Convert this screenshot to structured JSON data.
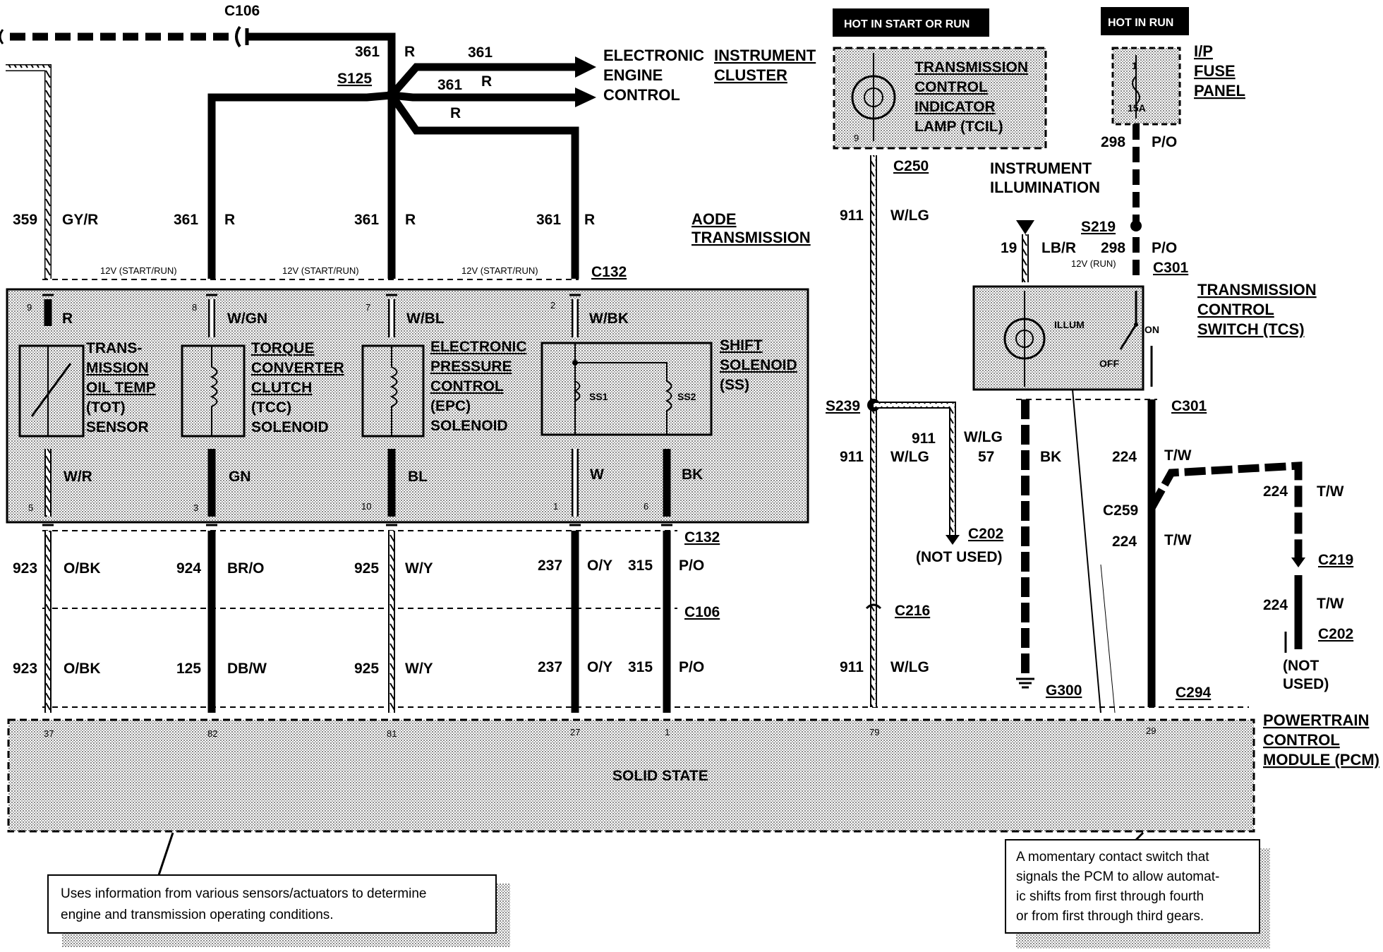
{
  "connectors": {
    "c106_top": "C106",
    "s125": "S125",
    "c132_top": "C132",
    "c132_mid": "C132",
    "c106_mid": "C106",
    "c250": "C250",
    "s239": "S239",
    "c202_a": "C202",
    "c202_b": "C202",
    "c216": "C216",
    "g300": "G300",
    "c301_top": "C301",
    "c301_bot": "C301",
    "s219": "S219",
    "c259": "C259",
    "c219": "C219",
    "c294": "C294"
  },
  "power_labels": {
    "hot_start_run": "HOT IN START OR RUN",
    "hot_run": "HOT IN RUN",
    "v12": "12V (START/RUN)",
    "v12_run": "12V (RUN)"
  },
  "module_titles": {
    "eec": "ELECTRONIC ENGINE CONTROL",
    "eec_lines": [
      "ELECTRONIC",
      "ENGINE",
      "CONTROL"
    ],
    "ic_lines": [
      "INSTRUMENT",
      "CLUSTER"
    ],
    "aode_lines": [
      "AODE",
      "TRANSMISSION"
    ],
    "fuse_lines": [
      "I/P",
      "FUSE",
      "PANEL"
    ],
    "illum_lines": [
      "INSTRUMENT",
      "ILLUMINATION"
    ],
    "tcs_lines": [
      "TRANSMISSION",
      "CONTROL",
      "SWITCH (TCS)"
    ],
    "pcm_lines": [
      "POWERTRAIN",
      "CONTROL",
      "MODULE (PCM)"
    ],
    "not_used": "(NOT USED)",
    "not": "(NOT",
    "used": "USED)"
  },
  "components": {
    "tot": [
      "TRANS-",
      "MISSION",
      "OIL TEMP",
      "(TOT)",
      "SENSOR"
    ],
    "tcc": [
      "TORQUE",
      "CONVERTER",
      "CLUTCH",
      "(TCC)",
      "SOLENOID"
    ],
    "epc": [
      "ELECTRONIC",
      "PRESSURE",
      "CONTROL",
      "(EPC)",
      "SOLENOID"
    ],
    "ss": [
      "SHIFT",
      "SOLENOID",
      "(SS)"
    ],
    "ss1": "SS1",
    "ss2": "SS2",
    "tcil": [
      "TRANSMISSION",
      "CONTROL",
      "INDICATOR",
      "LAMP (TCIL)"
    ],
    "illum": "ILLUM",
    "on": "ON",
    "off": "OFF",
    "fuse_num": "1",
    "fuse_amp": "15A",
    "solid_state": "SOLID STATE"
  },
  "wires": {
    "w359": "359",
    "gyr": "GY/R",
    "w361": "361",
    "r": "R",
    "wgn": "W/GN",
    "wbl": "W/BL",
    "wbk": "W/BK",
    "wr": "W/R",
    "gn": "GN",
    "bl": "BL",
    "w": "W",
    "bk": "BK",
    "w923": "923",
    "obk": "O/BK",
    "w924": "924",
    "bro": "BR/O",
    "w925": "925",
    "wy": "W/Y",
    "w237": "237",
    "oy": "O/Y",
    "w315": "315",
    "po": "P/O",
    "w125": "125",
    "dbw": "DB/W",
    "w911": "911",
    "wlg": "W/LG",
    "w57": "57",
    "w298": "298",
    "w19": "19",
    "lbr": "LB/R",
    "w224": "224",
    "tw": "T/W"
  },
  "pins": {
    "tot_top": "9",
    "tcc_top": "8",
    "epc_top": "7",
    "ss_top": "2",
    "tot_bot": "5",
    "tcc_bot": "3",
    "epc_bot": "10",
    "ss1_bot": "1",
    "ss2_bot": "6",
    "tcil": "9",
    "pcm_37": "37",
    "pcm_82": "82",
    "pcm_81": "81",
    "pcm_27": "27",
    "pcm_1": "1",
    "pcm_79": "79",
    "pcm_29": "29"
  },
  "notes": {
    "pcm_note": [
      "Uses information from various sensors/actuators to determine",
      "engine and transmission operating conditions."
    ],
    "tcs_note": [
      "A momentary contact switch that",
      "signals the PCM to allow automat-",
      "ic shifts from first through fourth",
      "or from first through third gears."
    ]
  }
}
